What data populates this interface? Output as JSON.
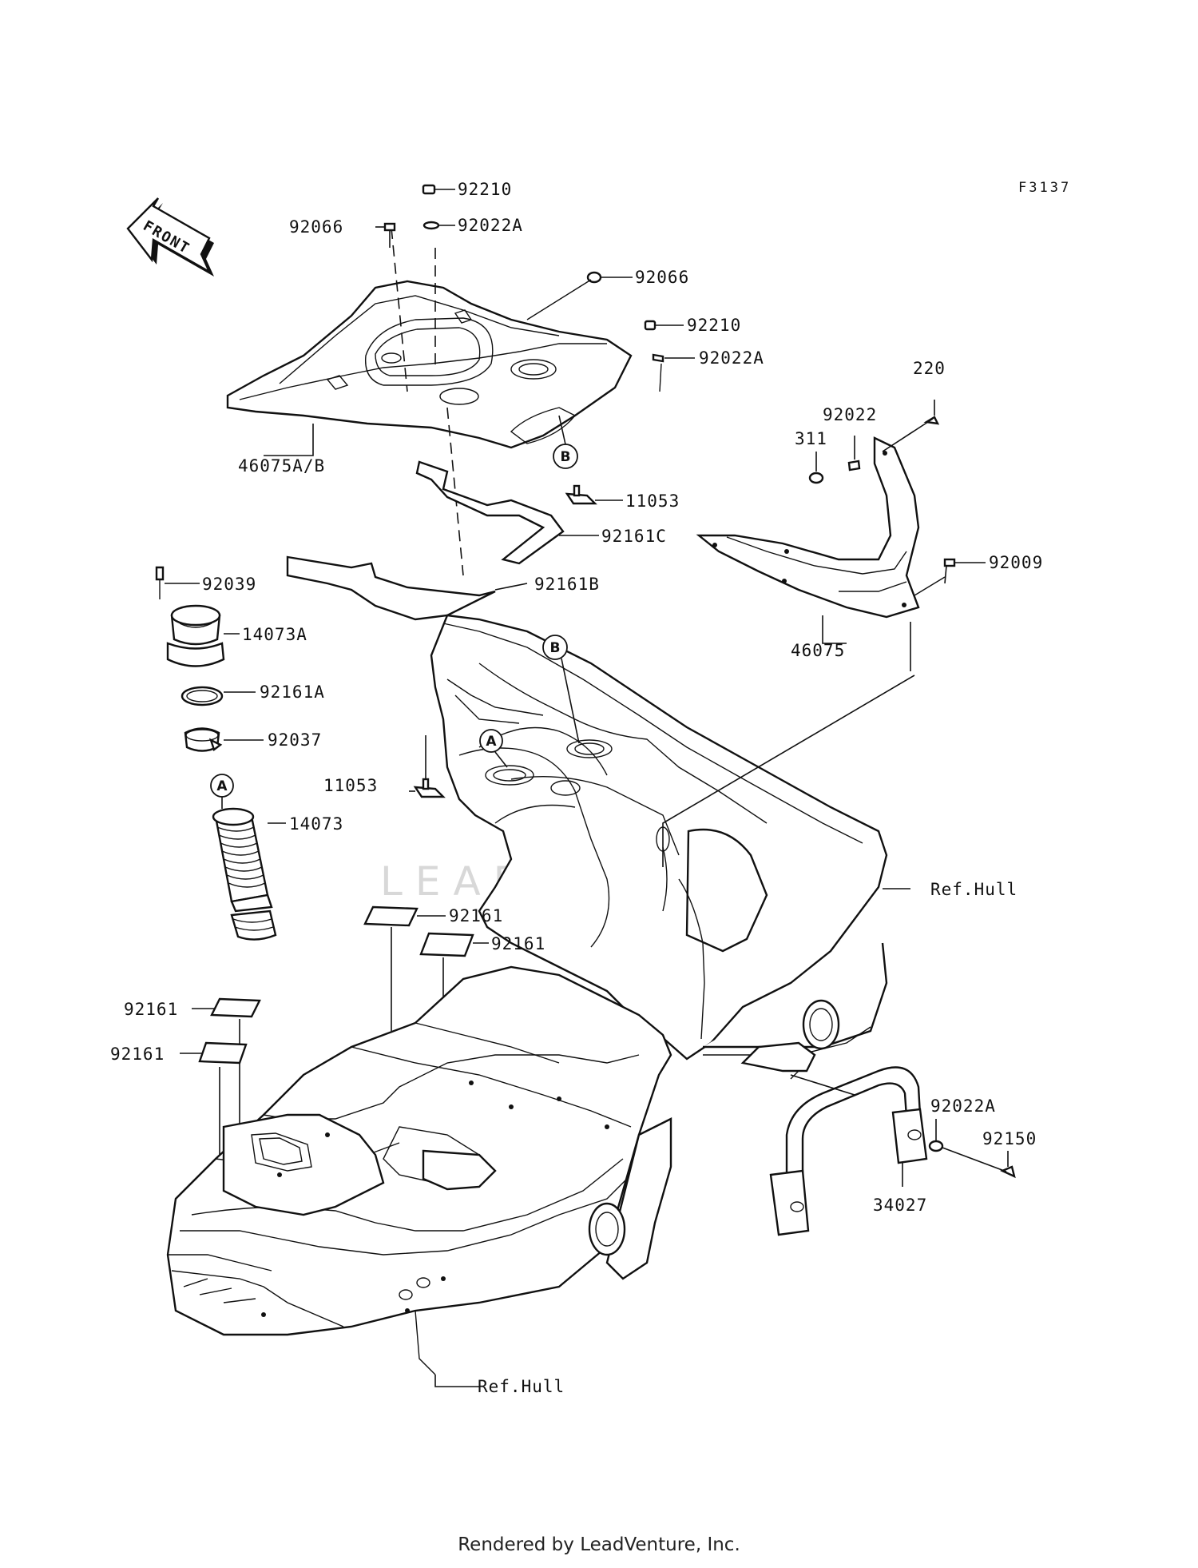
{
  "figure_code": "F3137",
  "direction_label": "FRONT",
  "watermark": "LEADVENTURE",
  "footer": "Rendered by LeadVenture, Inc.",
  "callouts": {
    "A": "A",
    "B": "B"
  },
  "parts": {
    "p92210_top": "92210",
    "p92066_left": "92066",
    "p92022A_top": "92022A",
    "p92066_right": "92066",
    "p92210_mid": "92210",
    "p92022A_mid": "92022A",
    "p46075AB": "46075A/B",
    "p220": "220",
    "p92022": "92022",
    "p311": "311",
    "p11053_top": "11053",
    "p92161C": "92161C",
    "p92161B": "92161B",
    "p92009": "92009",
    "p92039": "92039",
    "p14073A": "14073A",
    "p46075": "46075",
    "p92161A": "92161A",
    "p92037": "92037",
    "p11053_mid": "11053",
    "p14073": "14073",
    "refhull_upper": "Ref.Hull",
    "p92161_a": "92161",
    "p92161_b": "92161",
    "p92161_c": "92161",
    "p92161_d": "92161",
    "p92022A_low": "92022A",
    "p92150": "92150",
    "p34027": "34027",
    "refhull_lower": "Ref.Hull"
  }
}
